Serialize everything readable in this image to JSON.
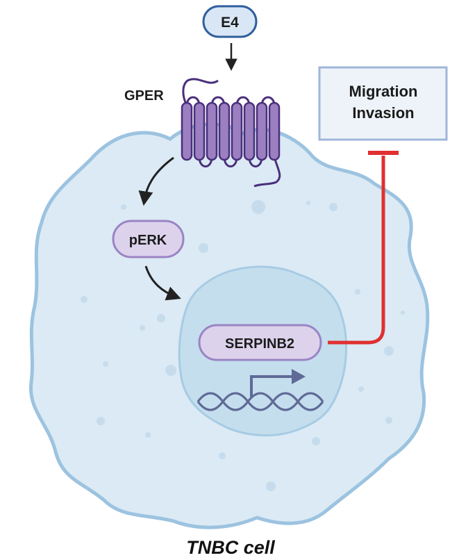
{
  "labels": {
    "ligand": "E4",
    "receptor": "GPER",
    "kinase": "pERK",
    "gene": "SERPINB2",
    "effect_line1": "Migration",
    "effect_line2": "Invasion",
    "cell": "TNBC cell"
  },
  "colors": {
    "cell_fill": "#dbeaf4",
    "cell_stroke": "#9cc3e0",
    "nucleus_fill": "#c4deed",
    "nucleus_stroke": "#a7cbe4",
    "receptor_fill": "#9b7fc0",
    "receptor_stroke": "#4a2f7c",
    "pill_fill": "#dcd2ec",
    "pill_stroke": "#9a84c4",
    "ligand_fill": "#d9e6f5",
    "ligand_stroke": "#2f5f9c",
    "inhibition": "#e03030",
    "arrow": "#222222",
    "box_fill": "#eef3f9",
    "box_stroke": "#9fb6d9",
    "dna": "#5f6a96"
  }
}
